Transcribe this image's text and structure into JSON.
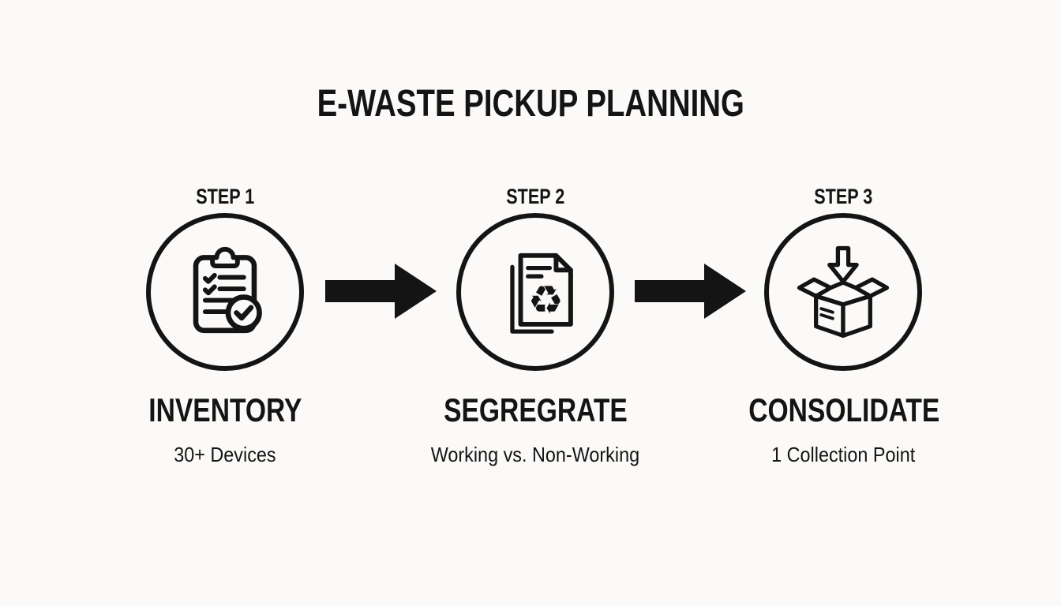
{
  "title": "E-WASTE PICKUP PLANNING",
  "colors": {
    "background": "#fbfaf8",
    "ink": "#141414"
  },
  "steps": [
    {
      "step_label": "STEP 1",
      "name": "INVENTORY",
      "detail": "30+ Devices",
      "icon": "clipboard-checklist-icon"
    },
    {
      "step_label": "STEP 2",
      "name": "SEGREGRATE",
      "detail": "Working vs. Non-Working",
      "icon": "recycle-document-icon"
    },
    {
      "step_label": "STEP 3",
      "name": "CONSOLIDATE",
      "detail": "1 Collection Point",
      "icon": "open-box-arrow-icon"
    }
  ],
  "connectors": [
    {
      "type": "arrow-right-icon"
    },
    {
      "type": "arrow-right-icon"
    }
  ],
  "recycle_glyph": "♻"
}
